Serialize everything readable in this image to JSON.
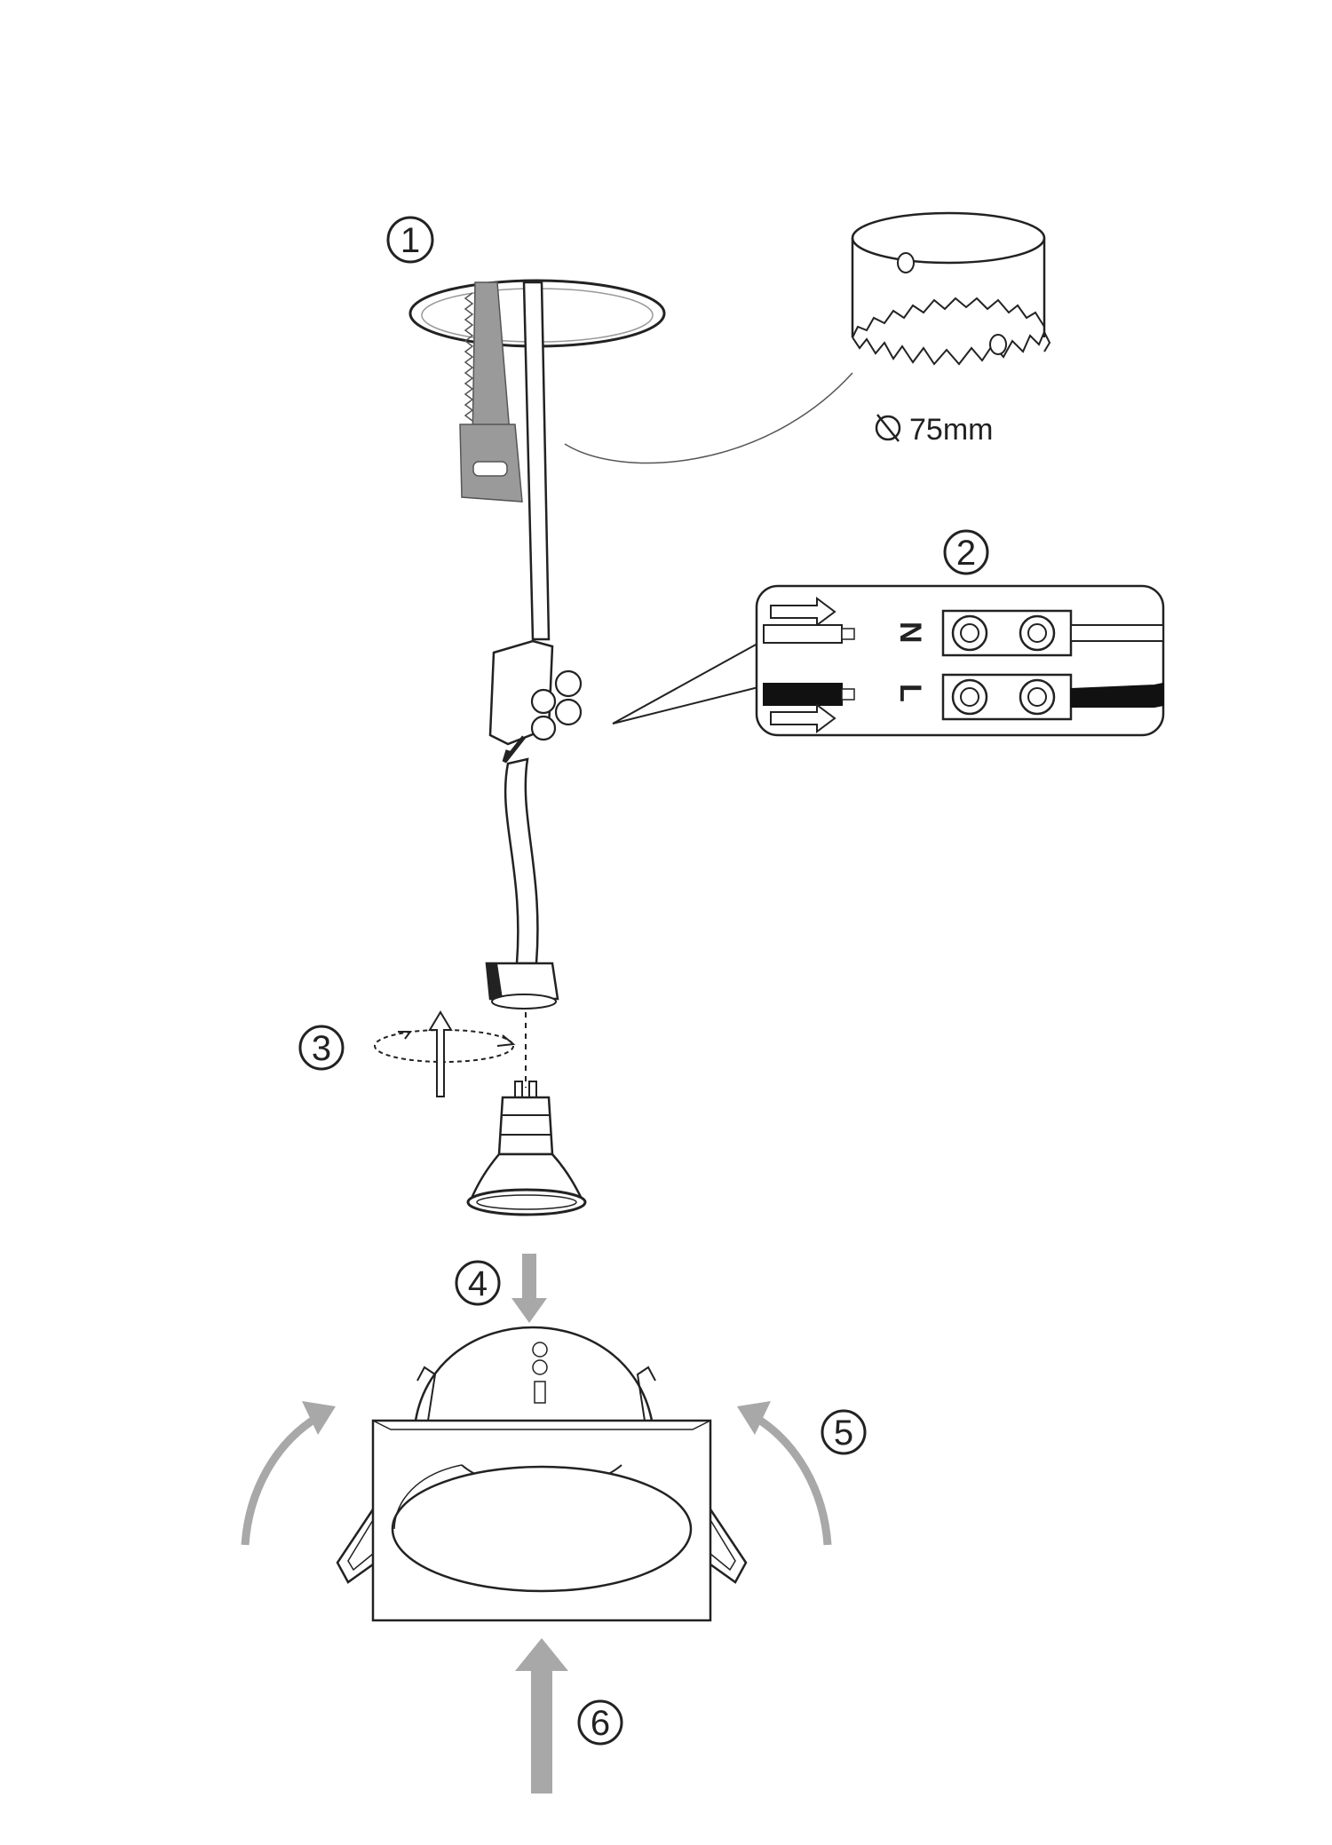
{
  "steps": {
    "s1": "1",
    "s2": "2",
    "s3": "3",
    "s4": "4",
    "s5": "5",
    "s6": "6"
  },
  "hole_size": "75mm",
  "terminal": {
    "neutral": "N",
    "live": "L"
  },
  "colors": {
    "line": "#222222",
    "gray_arrow": "#a8a8a8",
    "saw": "#9a9a9a"
  }
}
